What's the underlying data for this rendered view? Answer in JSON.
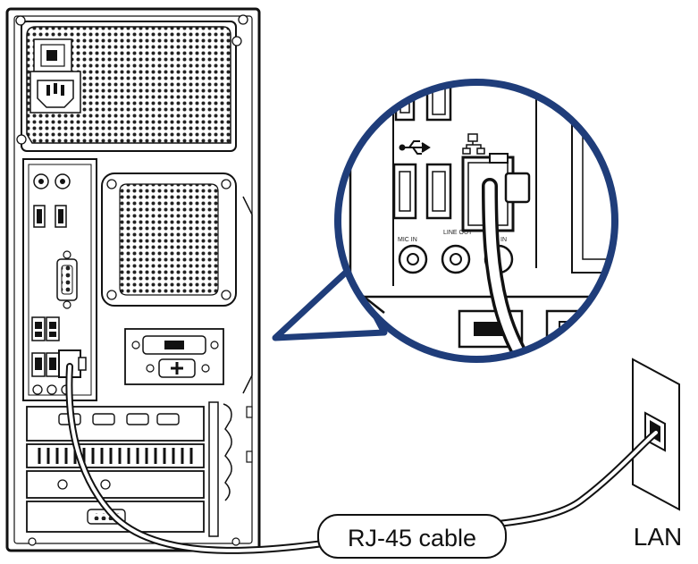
{
  "labels": {
    "cable": "RJ-45 cable",
    "lan": "LAN",
    "mic_in": "MIC IN",
    "line_out": "LINE OUT",
    "line_in": "IN"
  },
  "icons": {
    "usb": "usb-icon",
    "lan": "lan-network-icon"
  },
  "colors": {
    "zoom_ring": "#1f3d7a",
    "line": "#111111"
  }
}
